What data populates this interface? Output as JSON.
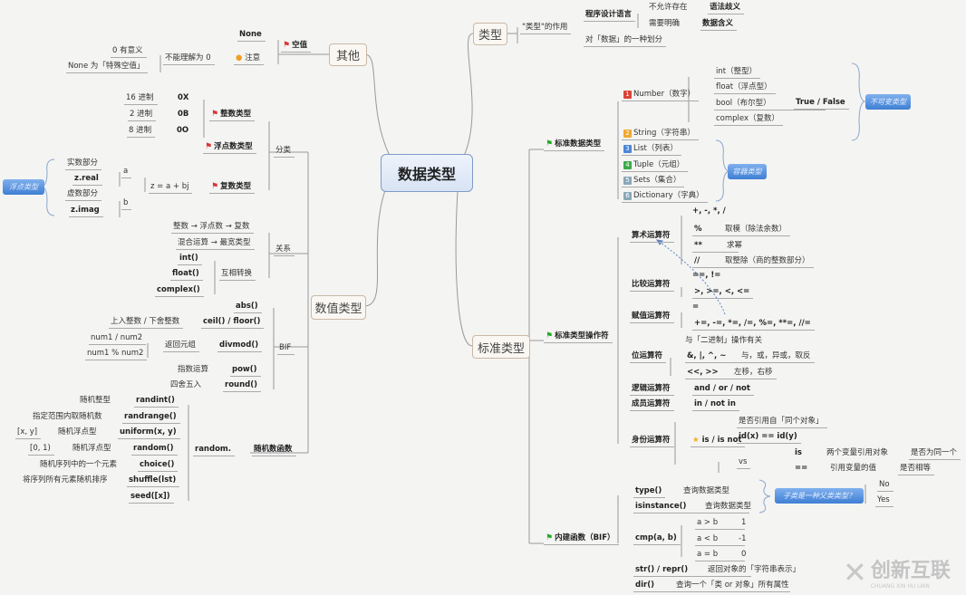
{
  "center": "数据类型",
  "branches": {
    "other": "其他",
    "numeric": "数值类型",
    "type": "类型",
    "standard": "标准类型"
  },
  "other": {
    "null": "空值",
    "none": "None",
    "note": "注意",
    "not_zero": "不能理解为 0",
    "zero_meaning": "0 有意义",
    "none_special": "None 为「特殊空值」"
  },
  "numeric": {
    "classify": "分类",
    "int_type": "整数类型",
    "float_type": "浮点数类型",
    "complex_type": "复数类型",
    "hex": "16 进制",
    "hex_v": "0X",
    "bin": "2 进制",
    "bin_v": "0B",
    "oct": "8 进制",
    "oct_v": "0O",
    "real_part": "实数部分",
    "z_real": "z.real",
    "imag_part": "虚数部分",
    "z_imag": "z.imag",
    "a": "a",
    "b": "b",
    "formula": "z = a + bj",
    "float_tag": "浮点类型",
    "relation": "关系",
    "chain": "整数 → 浮点数 → 复数",
    "mixed": "混合运算 → 最宽类型",
    "int_fn": "int()",
    "float_fn": "float()",
    "complex_fn": "complex()",
    "convert": "互相转换",
    "bif": "BIF",
    "abs": "abs()",
    "ceil": "ceil() / floor()",
    "ceil_desc": "上入整数 / 下舍整数",
    "divmod": "divmod()",
    "divmod_desc": "返回元组",
    "div1": "num1 / num2",
    "div2": "num1 % num2",
    "pow": "pow()",
    "pow_desc": "指数运算",
    "round": "round()",
    "round_desc": "四舍五入",
    "random_fn": "随机数函数",
    "random_mod": "random.",
    "randint": "randint()",
    "randint_desc": "随机整型",
    "randrange": "randrange()",
    "randrange_desc": "指定范围内取随机数",
    "uniform": "uniform(x, y)",
    "uniform_desc": "随机浮点型",
    "uniform_range": "[x, y]",
    "random": "random()",
    "random_desc": "随机浮点型",
    "random_range": "[0, 1)",
    "choice": "choice()",
    "choice_desc": "随机序列中的一个元素",
    "shuffle": "shuffle(lst)",
    "shuffle_desc": "将序列所有元素随机排序",
    "seed": "seed([x])"
  },
  "type": {
    "role": "\"类型\"的作用",
    "lang": "程序设计语言",
    "not_allowed": "不允许存在",
    "ambiguity": "语法歧义",
    "need_clear": "需要明确",
    "meaning": "数据含义",
    "division": "对「数据」的一种划分"
  },
  "standard": {
    "data_types": "标准数据类型",
    "number": "Number（数字）",
    "int": "int（整型）",
    "float": "float（浮点型）",
    "bool": "bool（布尔型）",
    "bool_v": "True / False",
    "complex": "complex（复数）",
    "immutable": "不可变类型",
    "string": "String（字符串）",
    "list": "List（列表）",
    "tuple": "Tuple（元组）",
    "sets": "Sets（集合）",
    "dict": "Dictionary（字典）",
    "container": "容器类型",
    "nums": [
      "1",
      "2",
      "3",
      "4",
      "5",
      "6"
    ],
    "num_colors": [
      "#d9443a",
      "#f0a830",
      "#4a86d8",
      "#3aaa4a",
      "#8aa8b8",
      "#8aa8b8"
    ],
    "operators": "标准类型操作符",
    "arith": "算术运算符",
    "arith_ops": "+, -, *, /",
    "mod": "%",
    "mod_desc": "取模（除法余数）",
    "pow": "**",
    "pow_desc": "求幂",
    "floordiv": "//",
    "floordiv_desc": "取整除（商的整数部分）",
    "compare": "比较运算符",
    "eq": "==, !=",
    "gt": ">, >=, <, <=",
    "assign": "赋值运算符",
    "assign_eq": "=",
    "assign_ops": "+=, -=, *=, /=, %=, **=, //=",
    "bit": "位运算符",
    "bit_desc": "与「二进制」操作有关",
    "bit_ops": "&, |, ^, ~",
    "bit_ops_desc": "与，或，异或，取反",
    "shift": "<<, >>",
    "shift_desc": "左移，右移",
    "logic": "逻辑运算符",
    "logic_ops": "and / or / not",
    "member": "成员运算符",
    "member_ops": "in / not in",
    "identity": "身份运算符",
    "identity_ops": "is / is not",
    "same_obj": "是否引用自「同个对象」",
    "id_eq": "id(x) == id(y)",
    "vs": "vs",
    "is": "is",
    "is_desc": "两个变量引用对象",
    "is_q": "是否为同一个",
    "eqeq": "==",
    "eqeq_desc": "引用变量的值",
    "eqeq_q": "是否相等",
    "bif": "内建函数（BIF）",
    "type_fn": "type()",
    "type_desc": "查询数据类型",
    "isinstance": "isinstance()",
    "isinstance_desc": "查询数据类型",
    "subclass_q": "子类是一种父类类型？",
    "no": "No",
    "yes": "Yes",
    "cmp": "cmp(a, b)",
    "gt_ab": "a > b",
    "gt_v": "1",
    "lt_ab": "a < b",
    "lt_v": "-1",
    "eq_ab": "a = b",
    "eq_v": "0",
    "str": "str() / repr()",
    "str_desc": "返回对象的「字符串表示」",
    "dir": "dir()",
    "dir_desc": "查询一个「类 or 对象」所有属性"
  },
  "watermark": {
    "cn": "创新互联",
    "en": "CHUANG XIN HU LIAN"
  }
}
